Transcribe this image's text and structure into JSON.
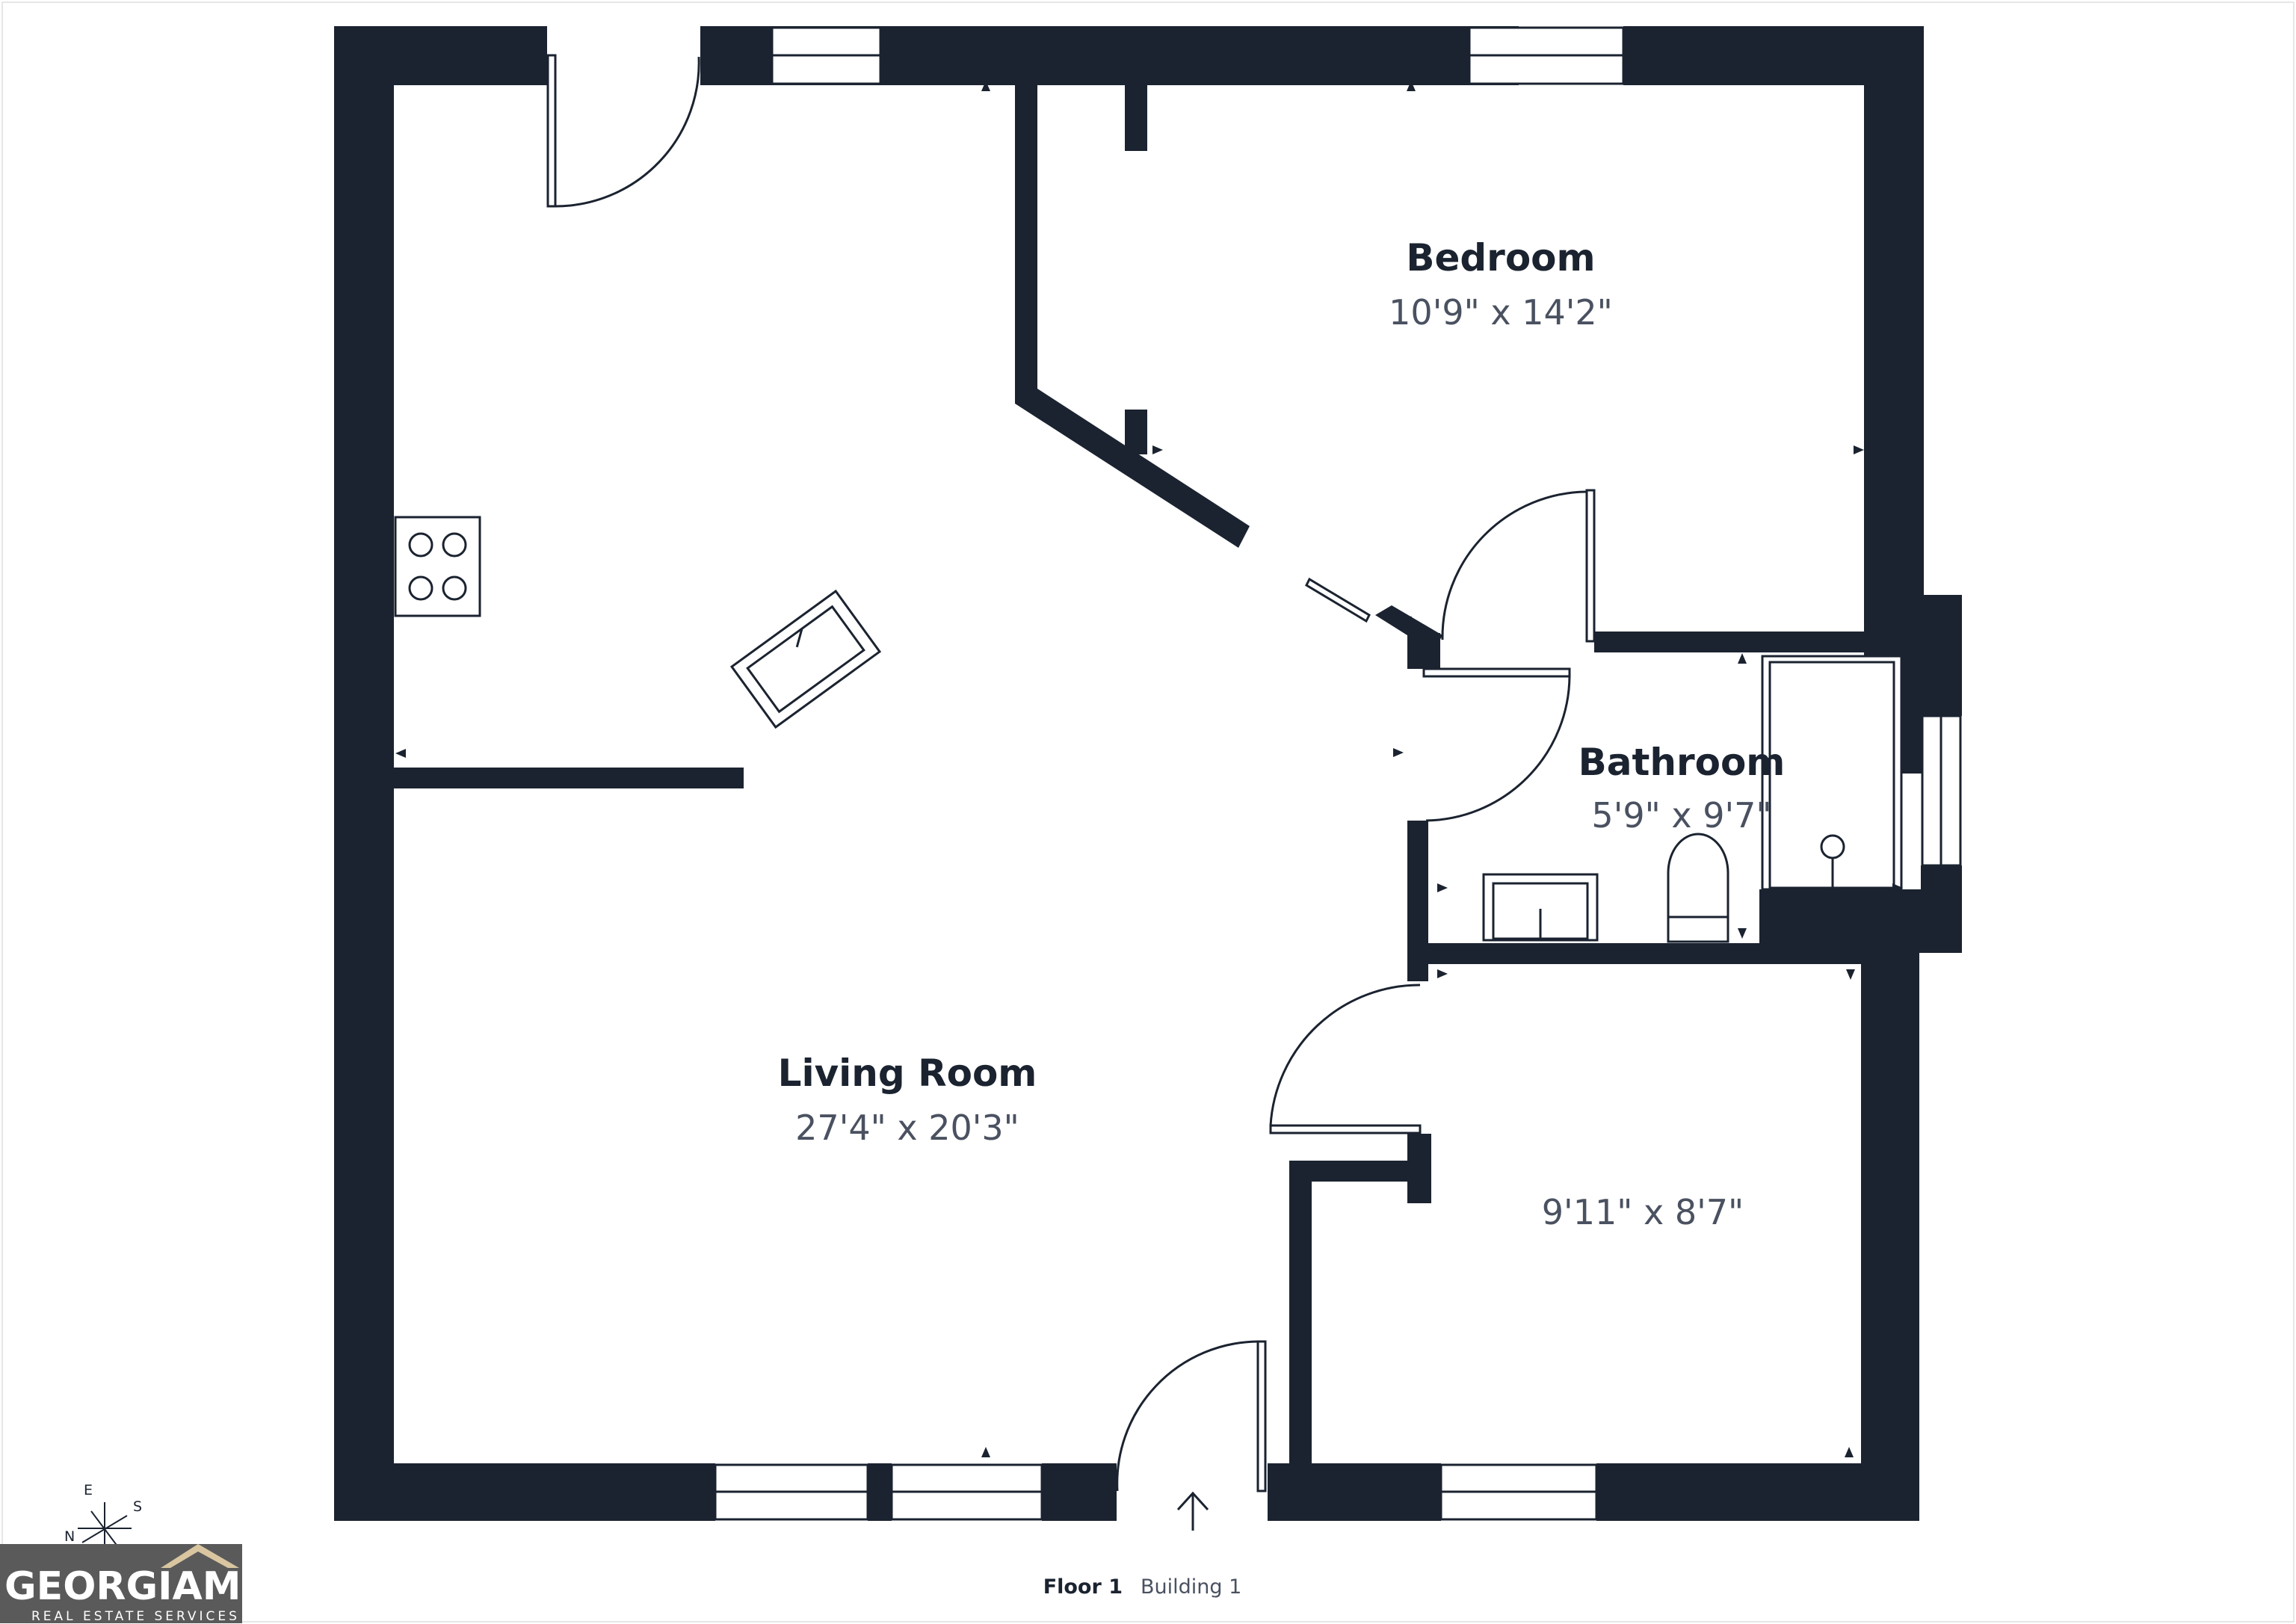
{
  "colors": {
    "wall": "#1b2330",
    "background": "#ffffff",
    "logo_bg": "#5a5a5a"
  },
  "rooms": {
    "bedroom": {
      "name": "Bedroom",
      "dimensions": "10'9\" x 14'2\""
    },
    "bathroom": {
      "name": "Bathroom",
      "dimensions": "5'9\" x 9'7\""
    },
    "living_room": {
      "name": "Living Room",
      "dimensions": "27'4\" x 20'3\""
    },
    "unnamed_room": {
      "dimensions": "9'11\" x 8'7\""
    }
  },
  "footer": {
    "floor": "Floor 1",
    "building": "Building 1"
  },
  "compass": {
    "n": "N",
    "e": "E",
    "s": "S"
  },
  "logo": {
    "brand": "GEORGIAMLS",
    "tagline": "REAL ESTATE SERVICES"
  },
  "icons": [
    "compass-icon",
    "entrance-arrow-icon",
    "stove-icon",
    "sink-icon",
    "toilet-icon",
    "shower-icon"
  ]
}
